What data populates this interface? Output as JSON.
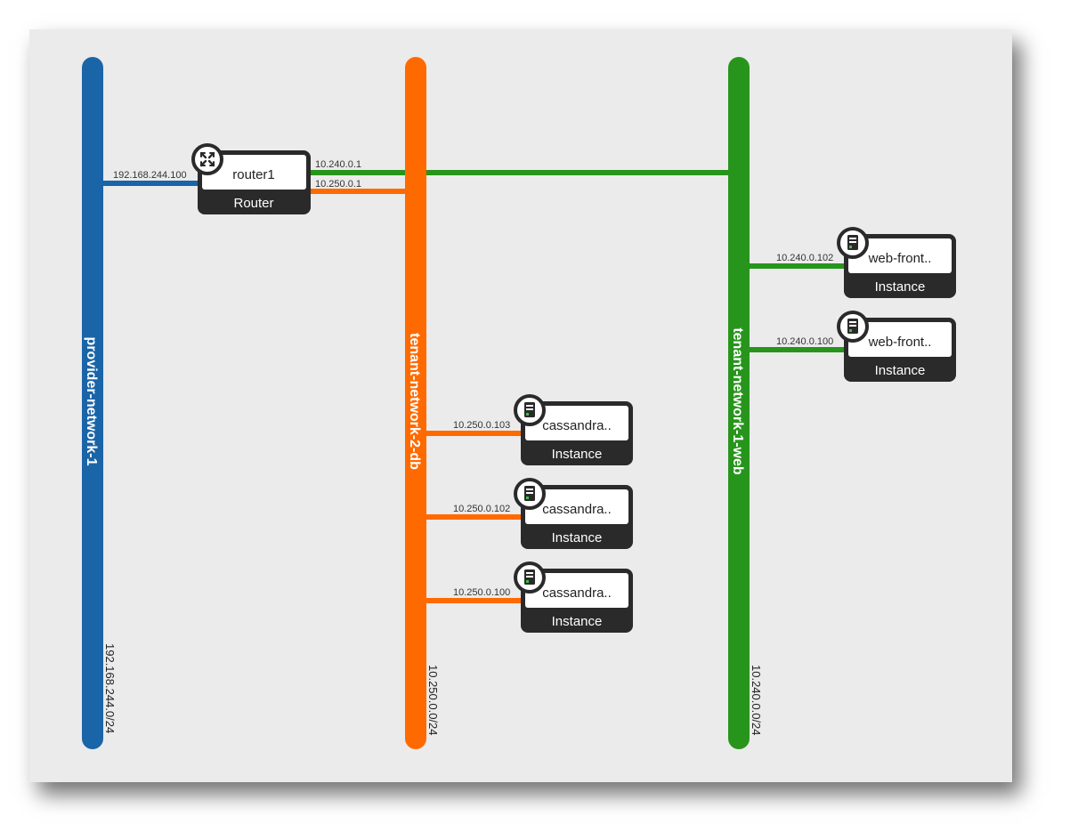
{
  "colors": {
    "provider": "#1a64a8",
    "db": "#ff6a00",
    "web": "#27951c",
    "node_dark": "#2a2a2a",
    "canvas": "#ebebeb"
  },
  "networks": [
    {
      "id": "net-provider",
      "name": "provider-network-1",
      "cidr": "192.168.244.0/24",
      "color_key": "provider"
    },
    {
      "id": "net-db",
      "name": "tenant-network-2-db",
      "cidr": "10.250.0.0/24",
      "color_key": "db"
    },
    {
      "id": "net-web",
      "name": "tenant-network-1-web",
      "cidr": "10.240.0.0/24",
      "color_key": "web"
    }
  ],
  "router": {
    "name": "router1",
    "type": "Router",
    "icon": "router-icon",
    "ports": [
      {
        "ip": "192.168.244.100",
        "network": "provider-network-1"
      },
      {
        "ip": "10.240.0.1",
        "network": "tenant-network-1-web"
      },
      {
        "ip": "10.250.0.1",
        "network": "tenant-network-2-db"
      }
    ]
  },
  "instances": [
    {
      "name": "web-front..",
      "type": "Instance",
      "ip": "10.240.0.102",
      "network": "tenant-network-1-web",
      "icon": "server-icon"
    },
    {
      "name": "web-front..",
      "type": "Instance",
      "ip": "10.240.0.100",
      "network": "tenant-network-1-web",
      "icon": "server-icon"
    },
    {
      "name": "cassandra..",
      "type": "Instance",
      "ip": "10.250.0.103",
      "network": "tenant-network-2-db",
      "icon": "server-icon"
    },
    {
      "name": "cassandra..",
      "type": "Instance",
      "ip": "10.250.0.102",
      "network": "tenant-network-2-db",
      "icon": "server-icon"
    },
    {
      "name": "cassandra..",
      "type": "Instance",
      "ip": "10.250.0.100",
      "network": "tenant-network-2-db",
      "icon": "server-icon"
    }
  ]
}
